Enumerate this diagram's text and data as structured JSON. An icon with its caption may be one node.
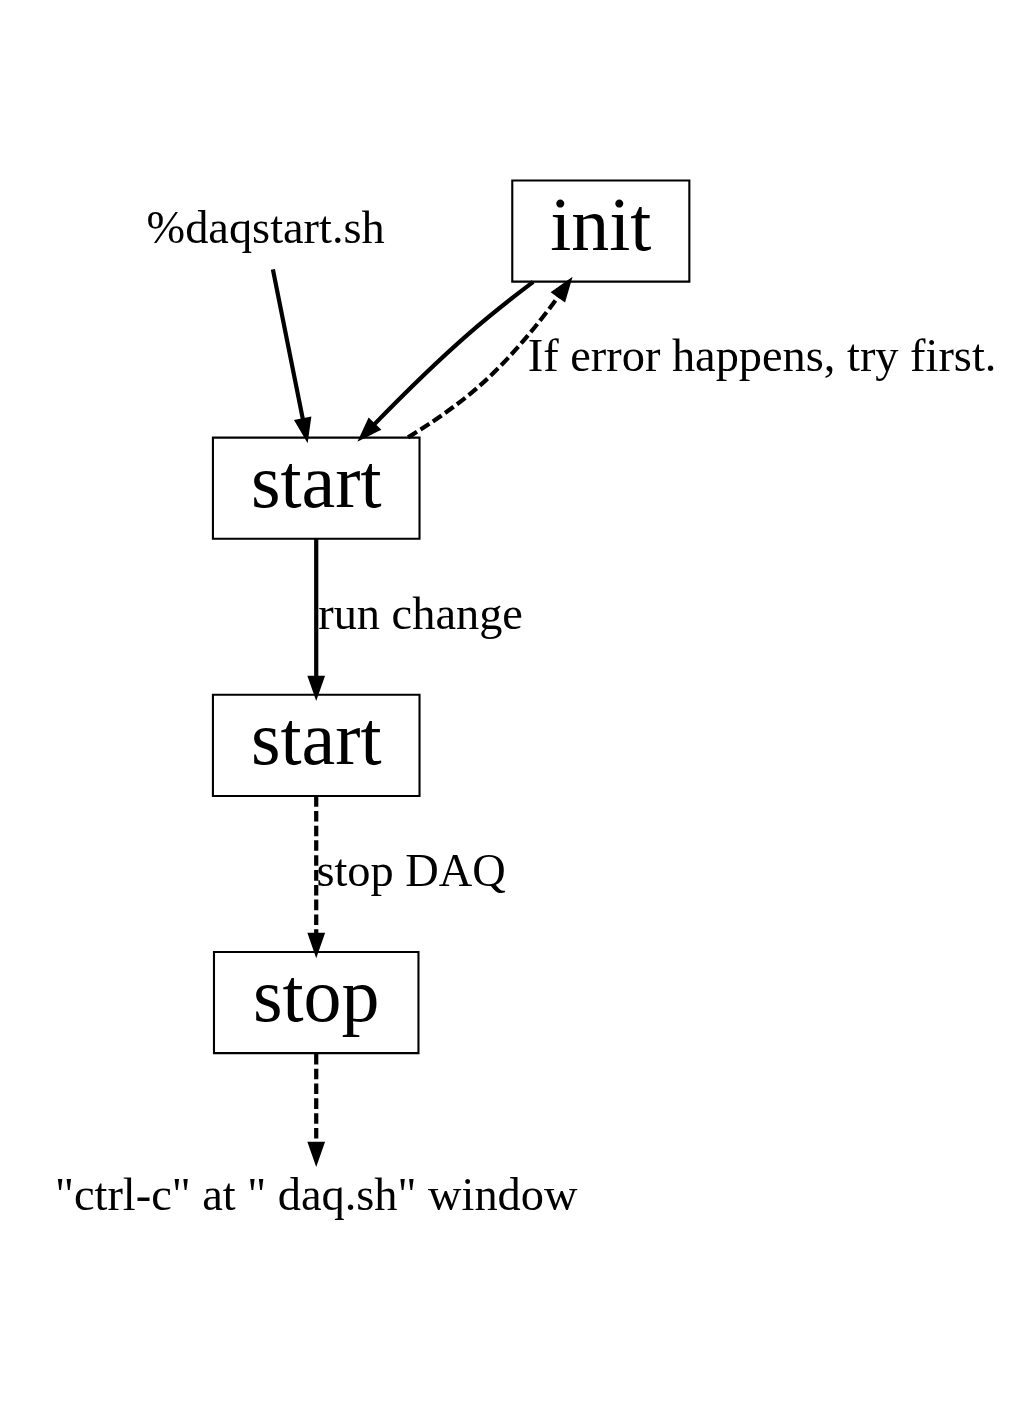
{
  "diagram": {
    "nodes": [
      {
        "text": [
          "%daqstart.sh"
        ]
      },
      {
        "text": [
          "init"
        ]
      },
      {
        "text": [
          "start"
        ]
      },
      {
        "text": [
          "start"
        ]
      },
      {
        "text": [
          "stop"
        ]
      },
      {
        "text": [
          "\"ctrl-c\" at \" daq.sh\" window"
        ]
      }
    ],
    "edges": [
      {
        "from": 0,
        "to": 2,
        "arrow": "to"
      },
      {
        "from": 1,
        "to": 2,
        "arrow": "to"
      },
      {
        "from": 2,
        "to": 1,
        "arrow": "to",
        "style": "dashed",
        "label": "If error happens, try first."
      },
      {
        "from": 2,
        "to": 3,
        "arrow": "to",
        "label": "run change"
      },
      {
        "from": 3,
        "to": 4,
        "arrow": "to",
        "style": "dashed",
        "label": "stop DAQ"
      },
      {
        "from": 4,
        "to": 5,
        "arrow": "to",
        "style": "dashed"
      }
    ]
  }
}
